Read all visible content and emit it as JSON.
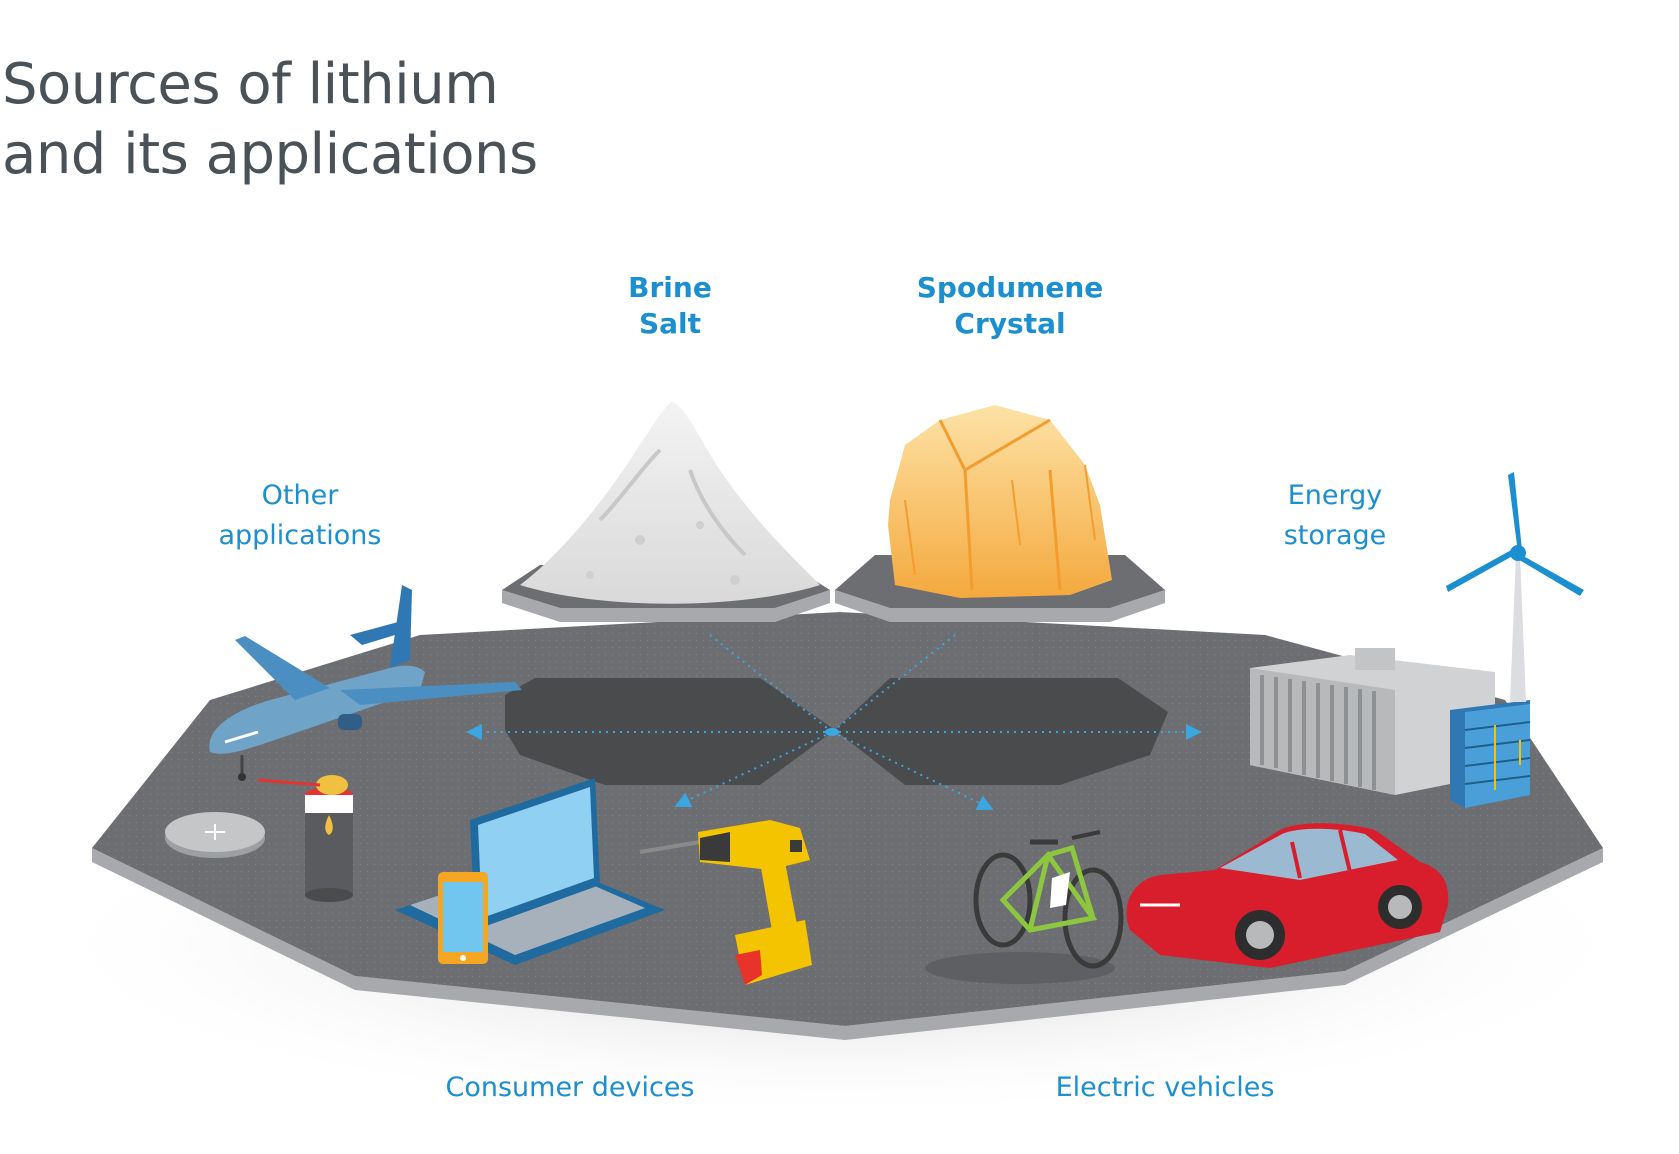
{
  "title": {
    "line1": "Sources of lithium",
    "line2": "and its applications"
  },
  "sources": [
    {
      "line1": "Brine",
      "line2": "Salt"
    },
    {
      "line1": "Spodumene",
      "line2": "Crystal"
    }
  ],
  "applications": {
    "other": {
      "line1": "Other",
      "line2": "applications"
    },
    "energy": {
      "line1": "Energy",
      "line2": "storage"
    },
    "consumer": {
      "line1": "Consumer devices"
    },
    "ev": {
      "line1": "Electric vehicles"
    }
  },
  "icons": {
    "salt": "salt-pile-icon",
    "crystal": "spodumene-crystal-icon",
    "airplane": "airplane-icon",
    "coin_battery": "coin-battery-icon",
    "lubricant": "lubricant-can-icon",
    "laptop": "laptop-icon",
    "phone": "smartphone-icon",
    "drill": "cordless-drill-icon",
    "bicycle": "e-bike-icon",
    "car": "electric-car-icon",
    "storage": "battery-storage-building-icon",
    "turbine": "wind-turbine-icon"
  },
  "colors": {
    "label_blue": "#1b8fcf",
    "title_gray": "#4b5257",
    "platform_gray": "#6d6e71",
    "crystal_yellow": "#f7b955",
    "car_red": "#d81e2c",
    "drill_yellow": "#f5c400",
    "bike_green": "#8dc63f",
    "turbine_blue": "#1b8fcf"
  }
}
